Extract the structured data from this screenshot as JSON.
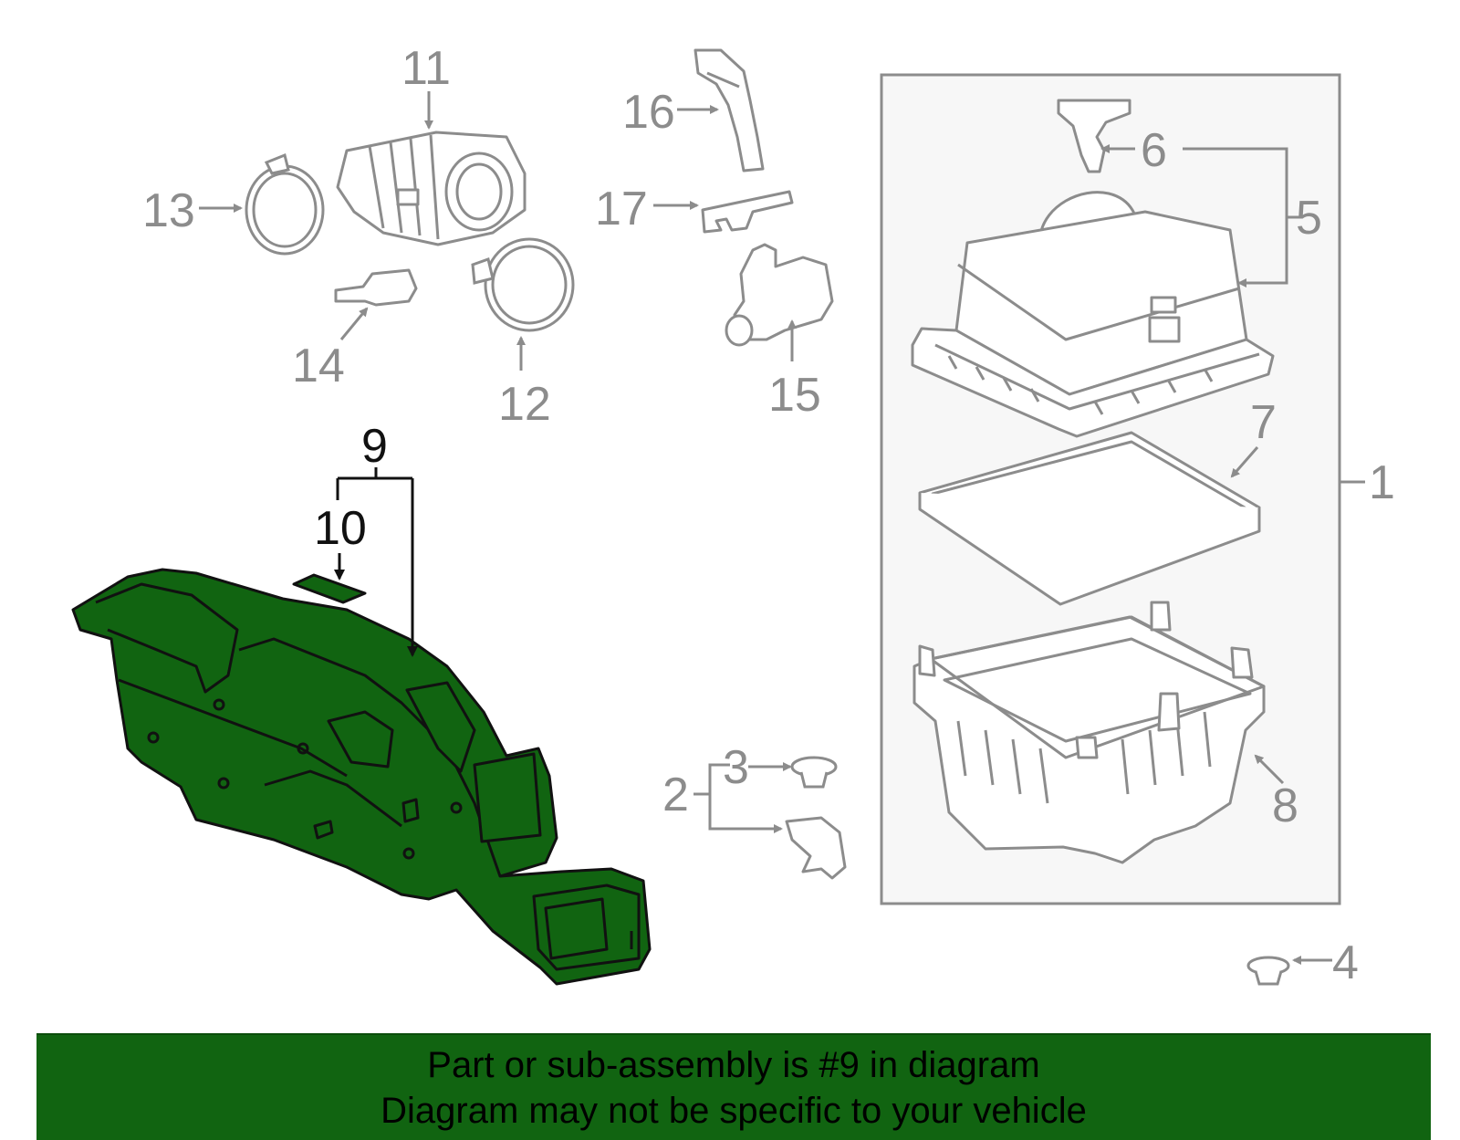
{
  "callouts": {
    "c1": "1",
    "c2": "2",
    "c3": "3",
    "c4": "4",
    "c5": "5",
    "c6": "6",
    "c7": "7",
    "c8": "8",
    "c9": "9",
    "c10": "10",
    "c11": "11",
    "c12": "12",
    "c13": "13",
    "c14": "14",
    "c15": "15",
    "c16": "16",
    "c17": "17"
  },
  "banner": {
    "line1": "Part or sub-assembly is #9 in diagram",
    "line2": "Diagram may not be specific to your vehicle"
  },
  "colors": {
    "highlight": "#116411",
    "outline_gray": "#8c8c8c",
    "outline_dark": "#111111",
    "box_fill": "#f7f7f7"
  }
}
